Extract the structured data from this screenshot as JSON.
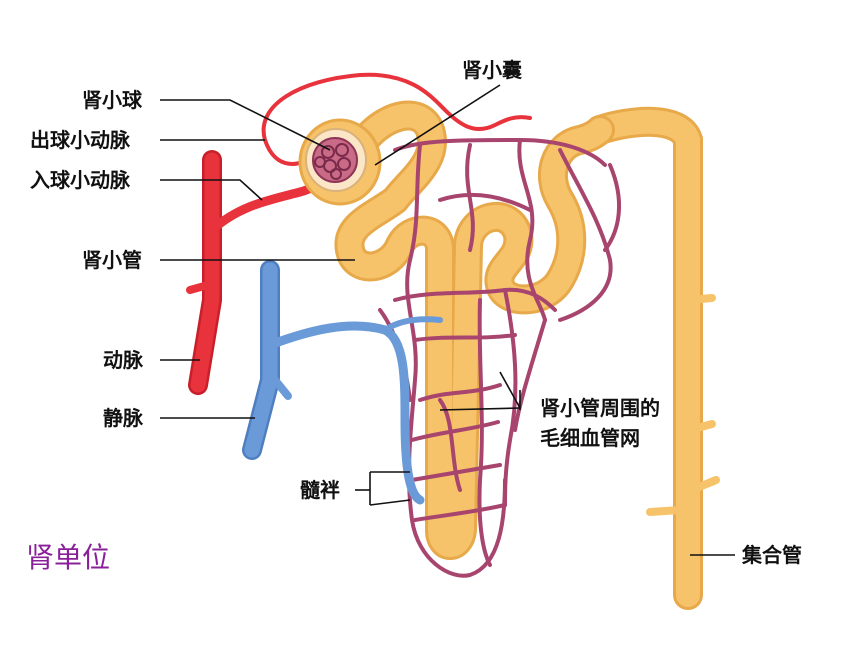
{
  "title": "肾单位",
  "title_color": "#8a1f9a",
  "labels": {
    "glomerulus": "肾小球",
    "efferent_arteriole": "出球小动脉",
    "afferent_arteriole": "入球小动脉",
    "capsule": "肾小囊",
    "tubule": "肾小管",
    "artery": "动脉",
    "vein": "静脉",
    "peritubular_line1": "肾小管周围的",
    "peritubular_line2": "毛细血管网",
    "loop": "髓袢",
    "collecting_duct": "集合管"
  },
  "colors": {
    "artery": "#e8323c",
    "vein": "#6a9bd8",
    "tubule": "#f6c26a",
    "capillary": "#a8456e",
    "leader_line": "#111111"
  }
}
